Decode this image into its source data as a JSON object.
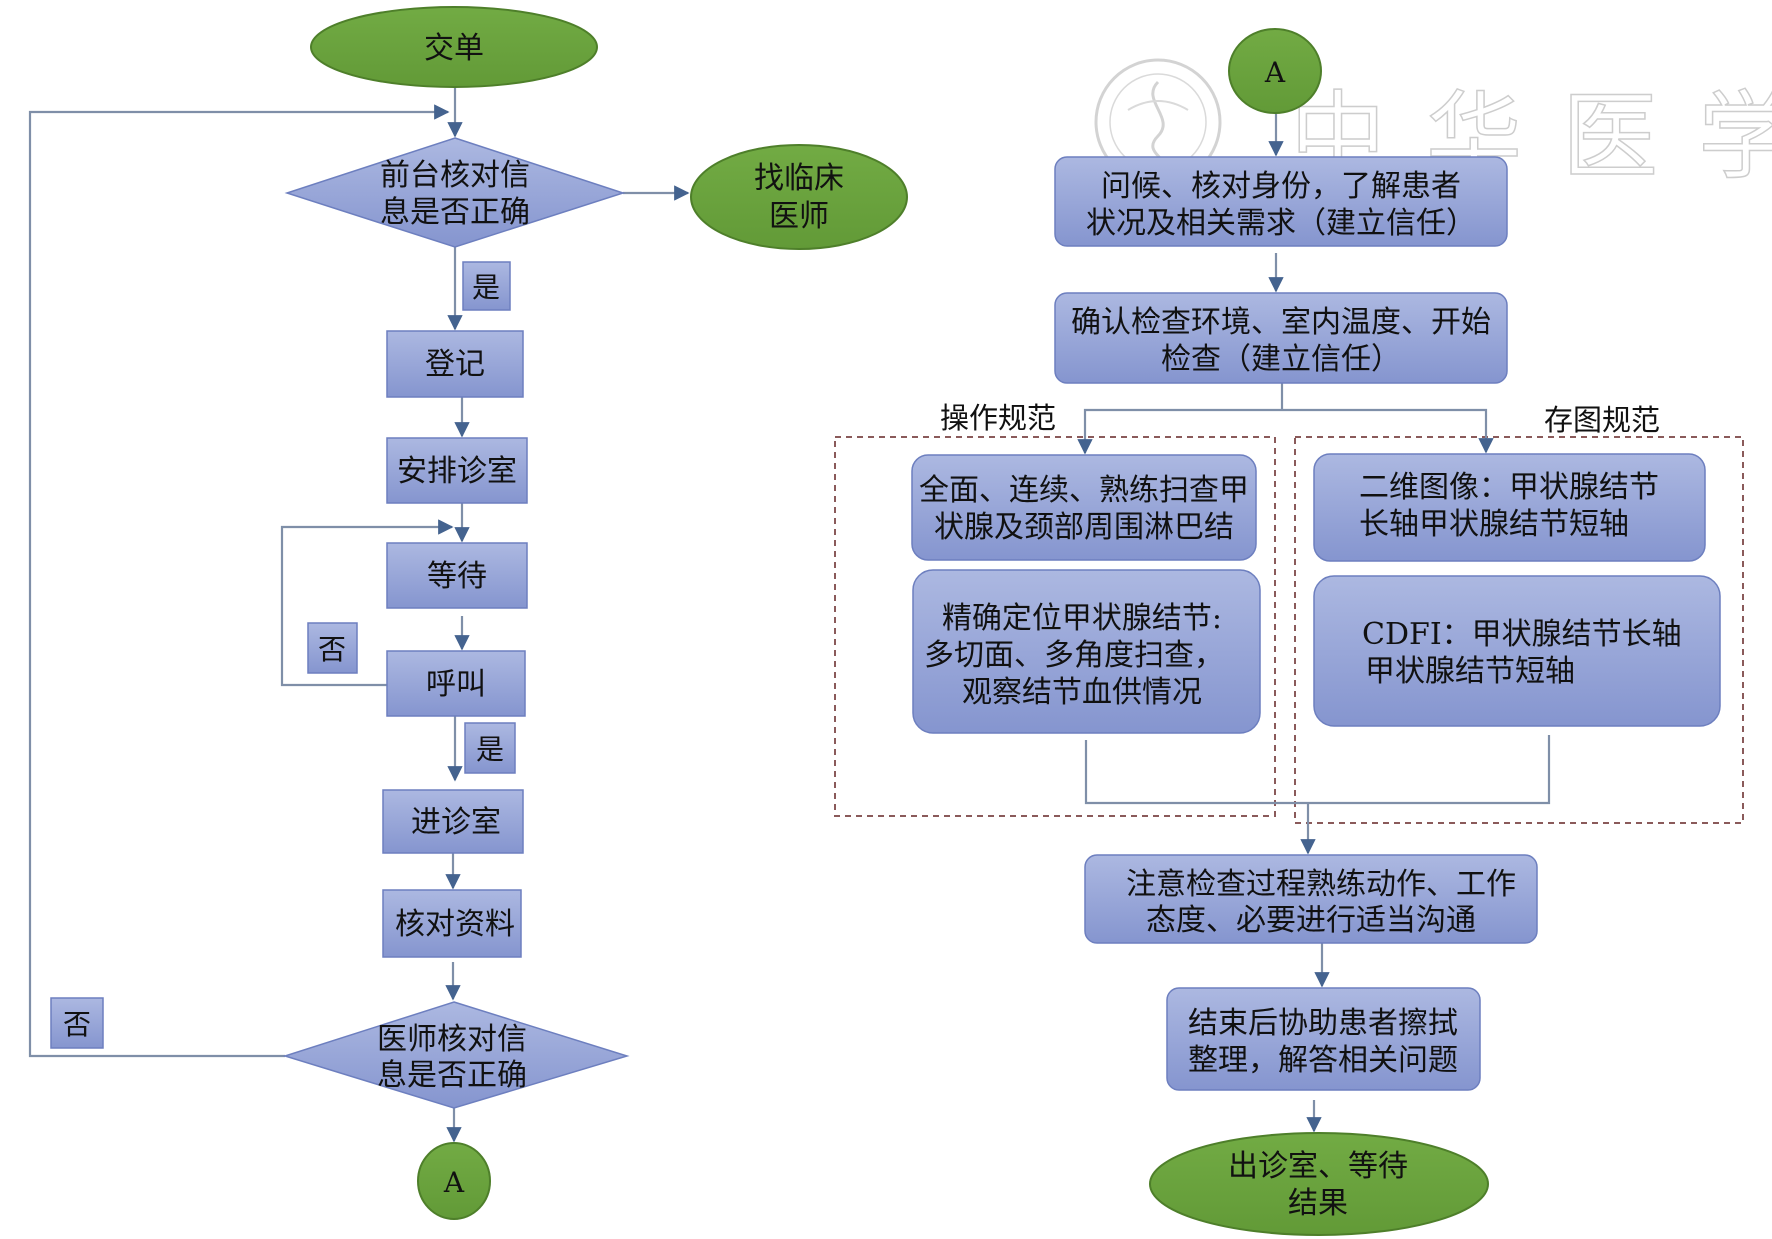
{
  "colors": {
    "process_fill_top": "#a9b5df",
    "process_fill_bottom": "#8191cc",
    "process_stroke": "#6d7fbf",
    "terminal_fill": "#6aa33d",
    "terminal_stroke": "#4e7f2a",
    "connector": "#7f8fa8",
    "arrowhead": "#44638f",
    "dashed_frame": "#8a5a5a",
    "watermark": "#c8c8c8"
  },
  "watermark": {
    "text": "中华医学会",
    "seal_icon": "association-seal-icon"
  },
  "left_flow": {
    "start": "交单",
    "decision1": [
      "前台核对信",
      "息是否正确"
    ],
    "decision1_no_target": [
      "找临床",
      "医师"
    ],
    "yes_label_1": "是",
    "register": "登记",
    "assign_room": "安排诊室",
    "wait": "等待",
    "call": "呼叫",
    "no_label_call": "否",
    "yes_label_2": "是",
    "enter_room": "进诊室",
    "check_records": "核对资料",
    "decision2": [
      "医师核对信",
      "息是否正确"
    ],
    "no_label_decision2": "否",
    "connector_out": "A"
  },
  "right_flow": {
    "connector_in": "A",
    "step1": [
      "问候、核对身份，了解患者",
      "状况及相关需求（建立信任）"
    ],
    "step2": [
      "确认检查环境、室内温度、开始",
      "检查（建立信任）"
    ],
    "group_left": {
      "title": "操作规范",
      "box1": [
        "全面、连续、熟练扫查甲",
        "状腺及颈部周围淋巴结"
      ],
      "box2": [
        "精确定位甲状腺结节:",
        "多切面、多角度扫查，",
        "观察结节血供情况"
      ]
    },
    "group_right": {
      "title": "存图规范",
      "box1": [
        "二维图像：甲状腺结节",
        "长轴甲状腺结节短轴"
      ],
      "box2": [
        "CDFI：甲状腺结节长轴",
        "甲状腺结节短轴"
      ]
    },
    "step3": [
      "注意检查过程熟练动作、工作",
      "态度、必要进行适当沟通"
    ],
    "step4": [
      "结束后协助患者擦拭",
      "整理，解答相关问题"
    ],
    "end": [
      "出诊室、等待",
      "结果"
    ]
  }
}
